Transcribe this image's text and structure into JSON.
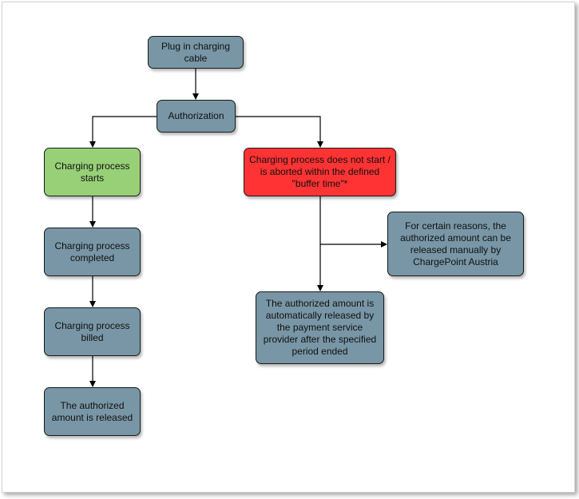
{
  "diagram": {
    "colors": {
      "default_node": "#7896a6",
      "success_node": "#97d077",
      "error_node": "#ff3333",
      "edge": "#000000"
    },
    "nodes": {
      "plug_in": "Plug in charging cable",
      "authorization": "Authorization",
      "charging_starts": "Charging process starts",
      "charging_not_start": "Charging process does not start / is aborted within the defined \"buffer time\"*",
      "charging_completed": "Charging process completed",
      "manual_release": "For certain reasons, the authorized amount can be released manually by ChargePoint Austria",
      "charging_billed": "Charging process billed",
      "auto_release": "The authorized amount is automatically released by the payment service provider after the specified period ended",
      "amount_released": "The authorized amount is released"
    }
  }
}
